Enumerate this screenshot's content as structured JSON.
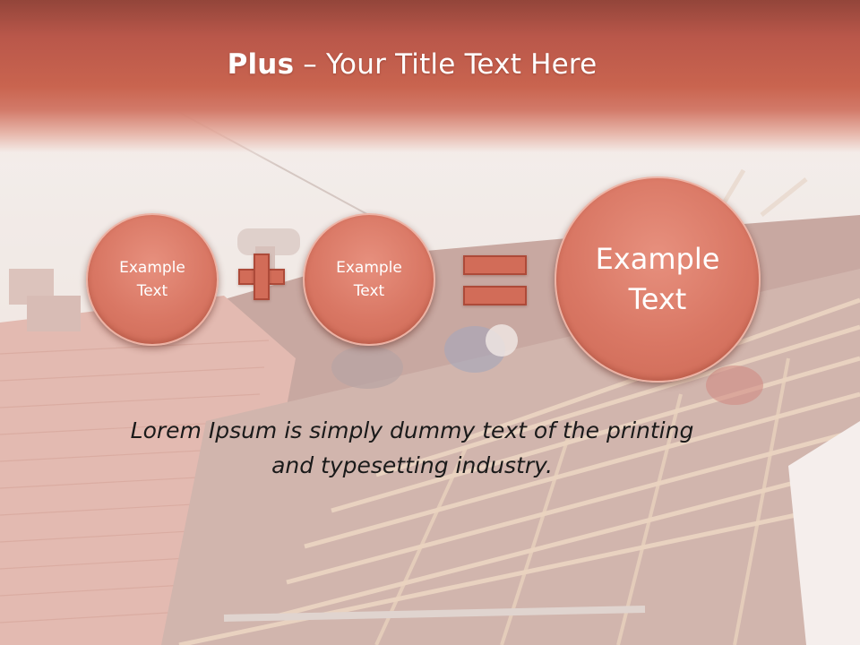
{
  "slide": {
    "title_bold": "Plus",
    "title_rest": " – Your Title Text Here",
    "circles": [
      {
        "line1": "Example",
        "line2": "Text"
      },
      {
        "line1": "Example",
        "line2": "Text"
      },
      {
        "line1": "Example",
        "line2": "Text"
      }
    ],
    "body_line1": "Lorem Ipsum is simply dummy text of the printing",
    "body_line2": "and typesetting industry."
  },
  "colors": {
    "header_top": "#93453a",
    "header_mid": "#c9644f",
    "circle_fill": "#d97764",
    "operator_fill": "#d26c58",
    "title_text": "#ffffff",
    "body_text": "#1a1a1a"
  },
  "icons": {
    "operator_1": "plus-sign-icon",
    "operator_2": "equals-sign-icon"
  }
}
